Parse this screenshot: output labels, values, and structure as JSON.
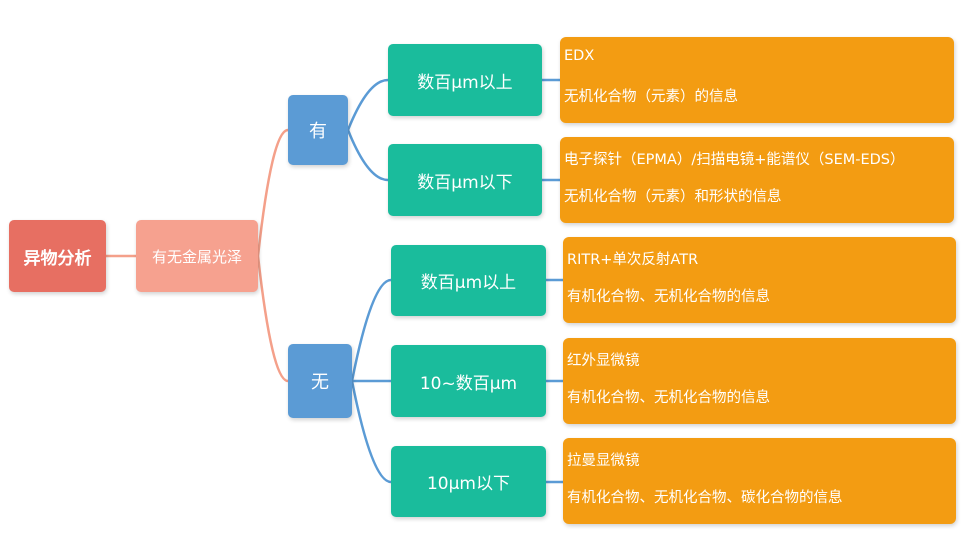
{
  "root": {
    "label": "异物分析"
  },
  "condition": {
    "label": "有无金属光泽"
  },
  "has_luster": {
    "label": "有",
    "branches": [
      {
        "size": "数百μm以上",
        "method": "EDX",
        "info": "无机化合物（元素）的信息"
      },
      {
        "size": "数百μm以下",
        "method": "电子探针（EPMA）/扫描电镜+能谱仪（SEM-EDS）",
        "info": "无机化合物（元素）和形状的信息"
      }
    ]
  },
  "no_luster": {
    "label": "无",
    "branches": [
      {
        "size": "数百μm以上",
        "method": "RITR+单次反射ATR",
        "info": "有机化合物、无机化合物的信息"
      },
      {
        "size": "10~数百μm",
        "method": "红外显微镜",
        "info": "有机化合物、无机化合物的信息"
      },
      {
        "size": "10μm以下",
        "method": "拉曼显微镜",
        "info": "有机化合物、无机化合物、碳化合物的信息"
      }
    ]
  },
  "colors": {
    "root": "#e76f62",
    "condition": "#f6a18f",
    "luster_nodes": "#5b9bd5",
    "size_nodes": "#1abc9c",
    "info_boxes": "#f39c12",
    "line_salmon": "#f4a08a",
    "line_blue": "#5b9bd5"
  }
}
